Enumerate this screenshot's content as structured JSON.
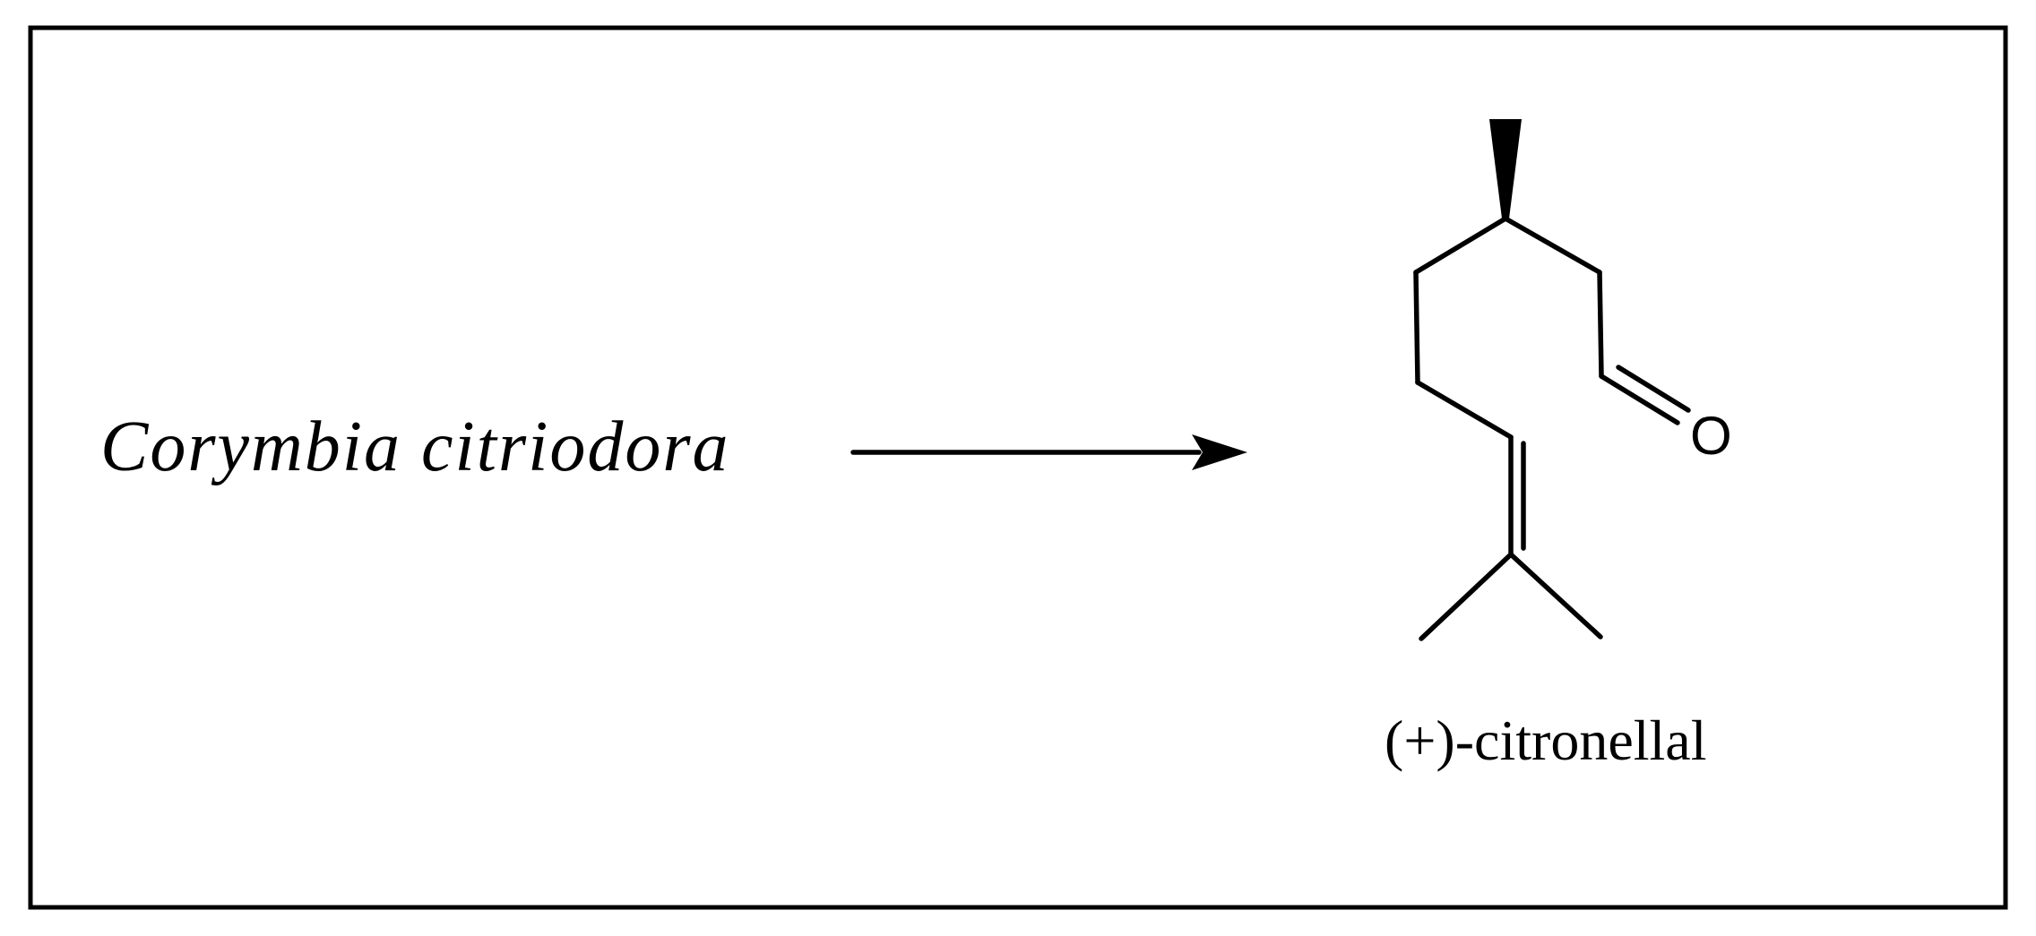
{
  "reaction": {
    "source_organism": "Corymbia citriodora",
    "product": {
      "name": "(+)-citronellal",
      "atom_labels": {
        "oxygen": "O"
      }
    }
  },
  "icons": {
    "arrow": "reaction-arrow",
    "structure": "skeletal-formula"
  },
  "colors": {
    "ink": "#000000",
    "background": "#ffffff"
  }
}
